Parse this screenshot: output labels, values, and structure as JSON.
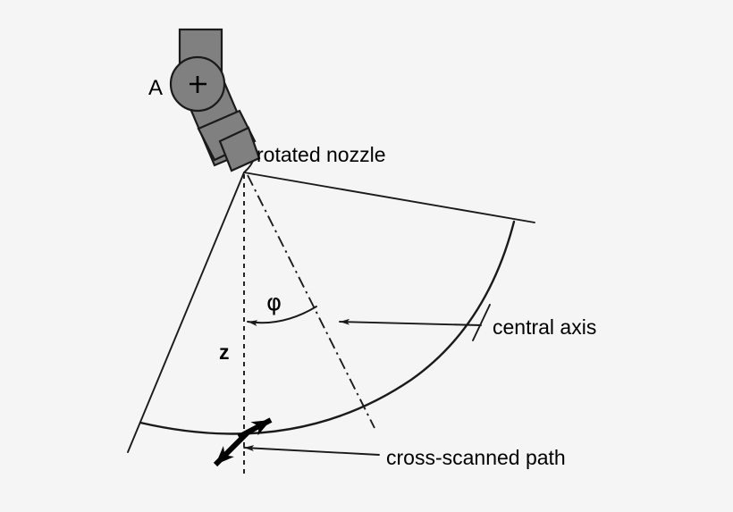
{
  "diagram": {
    "title": "rotated nozzle cross-scanning schematic",
    "background_color": "#f5f5f5",
    "line_color": "#1a1a1a",
    "body_fill_color": "#808080",
    "labels": {
      "nozzle_assembly": "A",
      "nozzle_center_mark": "+",
      "rotated_nozzle": "rotated nozzle",
      "central_axis": "central axis",
      "cross_scanned_path": "cross-scanned path",
      "rotation_angle": "φ",
      "standoff_distance": "z"
    },
    "elements": [
      {
        "name": "nozzle-assembly-body",
        "kind": "shape",
        "description": "tilted gray rotating nozzle head"
      },
      {
        "name": "nozzle-rotation-circle",
        "kind": "shape",
        "description": "circle with crosshair marking rotation center"
      },
      {
        "name": "spray-fan-sector",
        "kind": "outline",
        "description": "conical spray envelope from nozzle tip"
      },
      {
        "name": "z-axis-dashed-line",
        "kind": "line",
        "description": "vertical dashed standoff axis"
      },
      {
        "name": "central-axis-dashdot-line",
        "kind": "line",
        "description": "tilted dash-dot jet central axis"
      },
      {
        "name": "angle-arc-arrow",
        "kind": "arrow",
        "description": "curved arrow spanning angle phi"
      },
      {
        "name": "cross-scan-double-arrow",
        "kind": "arrow",
        "description": "bold double headed scan direction arrow"
      }
    ]
  }
}
